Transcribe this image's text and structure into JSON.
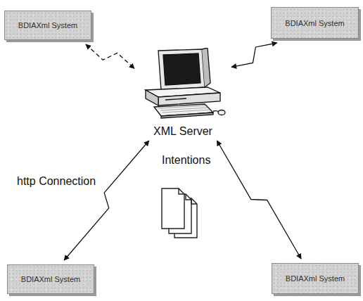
{
  "diagram": {
    "nodes": [
      {
        "text": [
          "BDIAXml System"
        ]
      },
      {
        "text": [
          "BDIAXml System"
        ]
      },
      {
        "text": [
          "XML Server"
        ]
      },
      {
        "text": [
          "BDIAXml System"
        ]
      },
      {
        "text": [
          "BDIAXml System"
        ]
      }
    ],
    "edges": [
      {
        "from": 0,
        "to": 2,
        "arrow": "both"
      },
      {
        "from": 1,
        "to": 2,
        "arrow": "both"
      },
      {
        "from": 3,
        "to": 2,
        "arrow": "both",
        "label": "http Connection"
      },
      {
        "from": 4,
        "to": 2,
        "arrow": "both"
      }
    ],
    "labels": [
      "Intentions"
    ]
  }
}
